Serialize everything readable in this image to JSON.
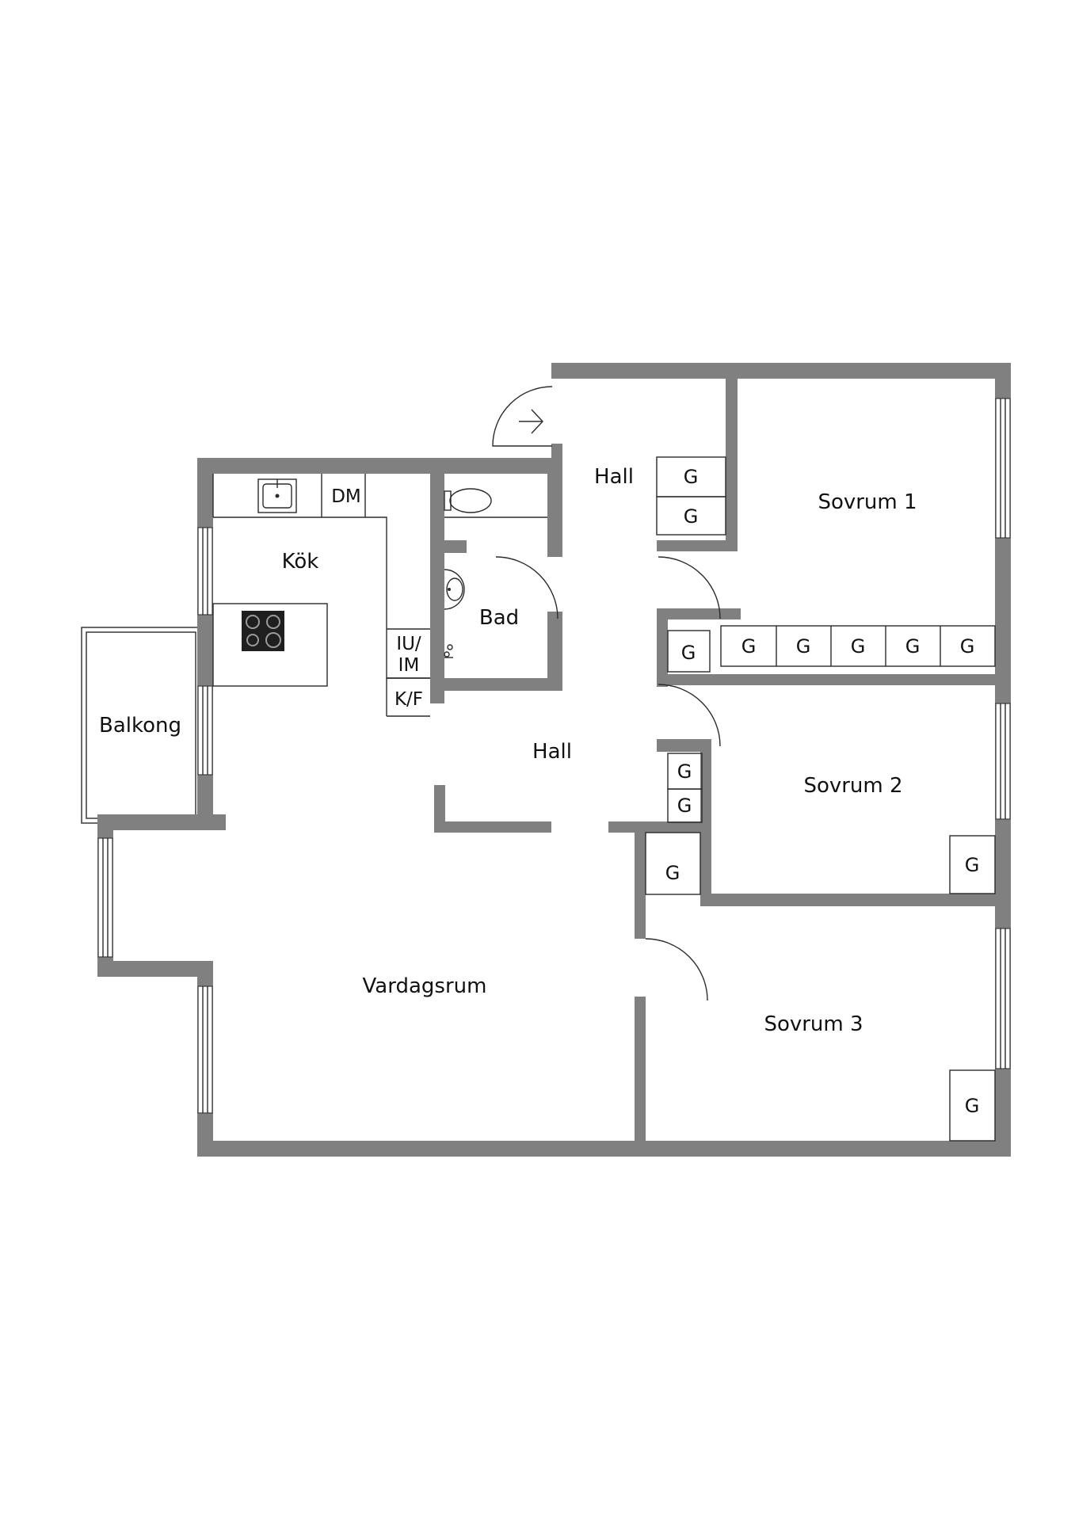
{
  "rooms": {
    "hall_upper": "Hall",
    "hall_lower": "Hall",
    "sovrum1": "Sovrum 1",
    "sovrum2": "Sovrum 2",
    "sovrum3": "Sovrum 3",
    "kok": "Kök",
    "bad": "Bad",
    "balkong": "Balkong",
    "vardagsrum": "Vardagsrum"
  },
  "fixtures": {
    "dm": "DM",
    "iu": "IU/",
    "im": "IM",
    "kf": "K/F"
  },
  "storage": {
    "g": "G"
  }
}
